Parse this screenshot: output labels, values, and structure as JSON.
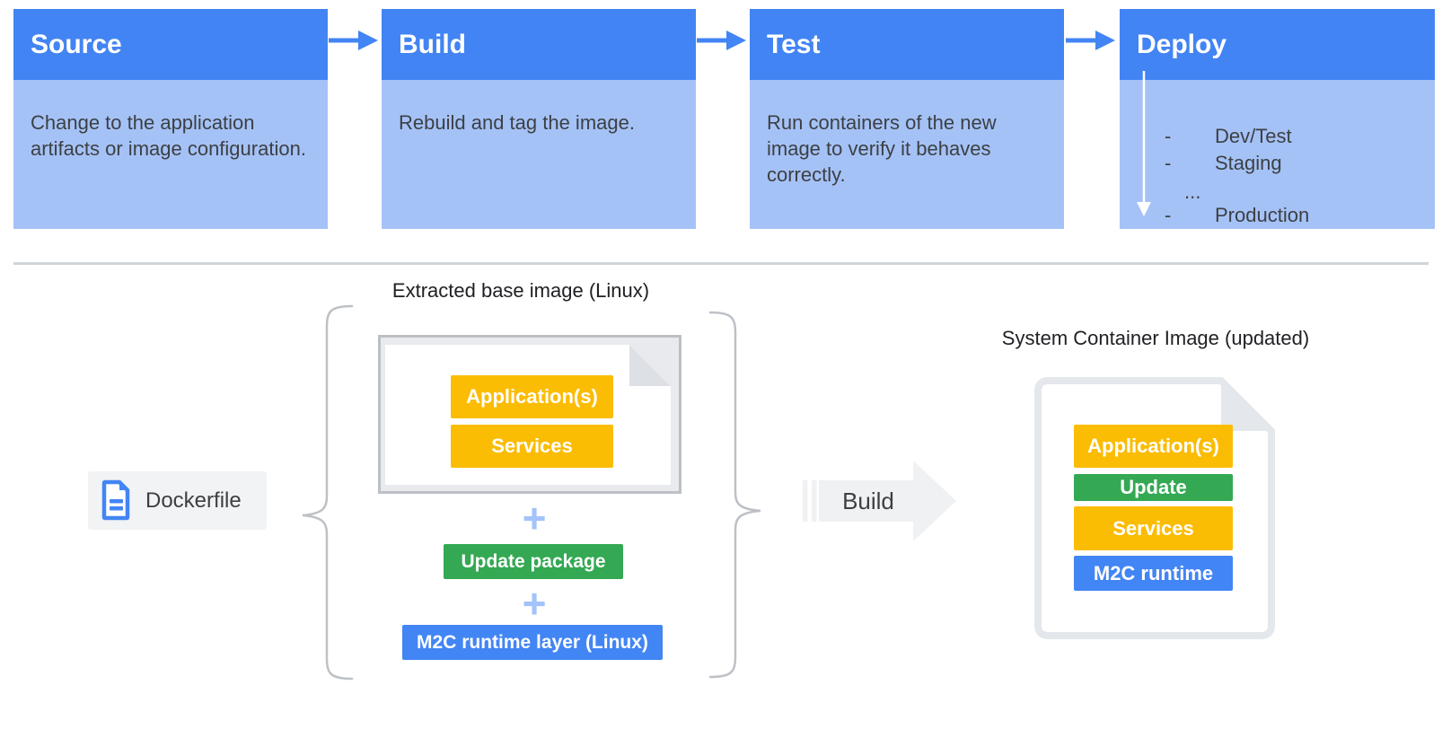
{
  "pipeline": {
    "stages": [
      {
        "title": "Source",
        "description": "Change to the application artifacts or image configuration."
      },
      {
        "title": "Build",
        "description": "Rebuild and tag the image."
      },
      {
        "title": "Test",
        "description": "Run containers of the new image to verify it behaves correctly."
      },
      {
        "title": "Deploy",
        "targets": [
          {
            "bullet": "-",
            "label": "Dev/Test"
          },
          {
            "bullet": "-",
            "label": "Staging"
          },
          {
            "bullet": "...",
            "label": ""
          },
          {
            "bullet": "-",
            "label": "Production"
          }
        ]
      }
    ]
  },
  "build_flow": {
    "dockerfile_label": "Dockerfile",
    "plus_sign": "+",
    "base_image": {
      "title": "Extracted base image (Linux)",
      "layers": [
        "Application(s)",
        "Services"
      ]
    },
    "additions": [
      {
        "label": "Update package",
        "color": "#34A853"
      },
      {
        "label": "M2C runtime layer (Linux)",
        "color": "#4285F4"
      }
    ],
    "build_arrow_label": "Build",
    "result_image": {
      "title": "System Container Image (updated)",
      "layers": [
        {
          "label": "Application(s)",
          "color": "#FBBC04"
        },
        {
          "label": "Update",
          "color": "#34A853"
        },
        {
          "label": "Services",
          "color": "#FBBC04"
        },
        {
          "label": "M2C runtime",
          "color": "#4285F4"
        }
      ]
    }
  },
  "colors": {
    "stage_header_blue": "#4284F3",
    "stage_body_blue": "#A5C2F7",
    "flow_arrow_blue": "#4285F4",
    "layer_yellow": "#FBBC04",
    "layer_green": "#34A853",
    "layer_blue": "#4285F4",
    "text_dark": "#3C4043"
  }
}
